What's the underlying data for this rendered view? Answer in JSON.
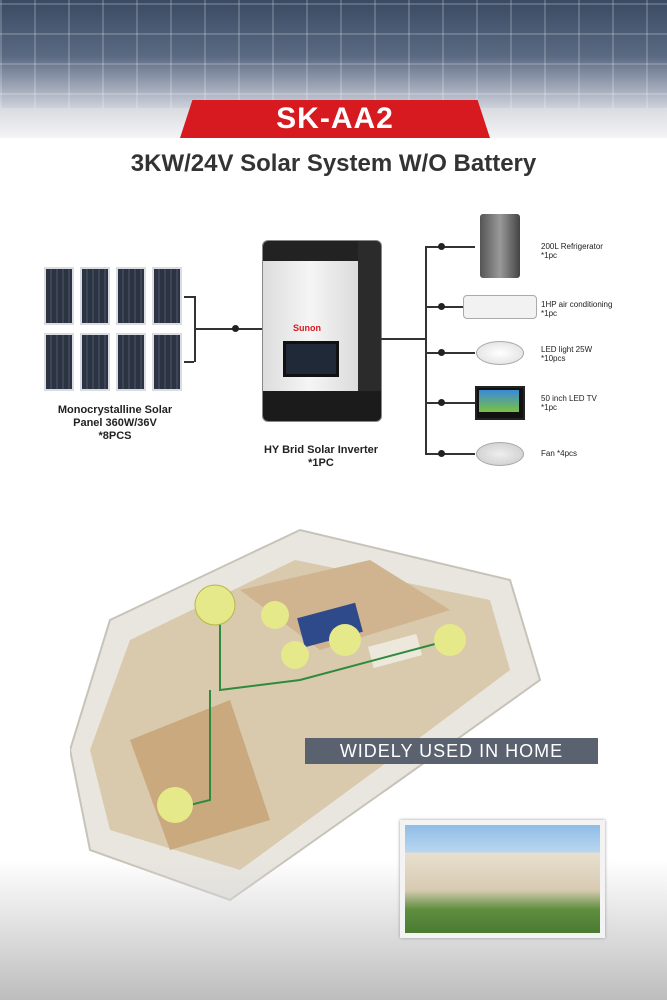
{
  "header": {
    "model": "SK-AA2",
    "subtitle": "3KW/24V  Solar System W/O Battery"
  },
  "solar_panel": {
    "caption_line1": "Monocrystalline Solar",
    "caption_line2": "Panel 360W/36V",
    "caption_line3": "*8PCS"
  },
  "inverter": {
    "brand": "Sunon",
    "caption_line1": "HY Brid Solar Inverter",
    "caption_line2": "*1PC"
  },
  "appliances": [
    {
      "name": "200L Refrigerator",
      "qty": "*1pc"
    },
    {
      "name": "1HP air conditioning",
      "qty": "*1pc"
    },
    {
      "name": "LED light 25W",
      "qty": "*10pcs"
    },
    {
      "name": "50 inch LED TV",
      "qty": "*1pc"
    },
    {
      "name": "Fan *4pcs",
      "qty": ""
    }
  ],
  "banner": {
    "text": "WIDELY USED IN HOME"
  },
  "colors": {
    "accent_red": "#d71920",
    "banner_gray": "#5a6270"
  }
}
